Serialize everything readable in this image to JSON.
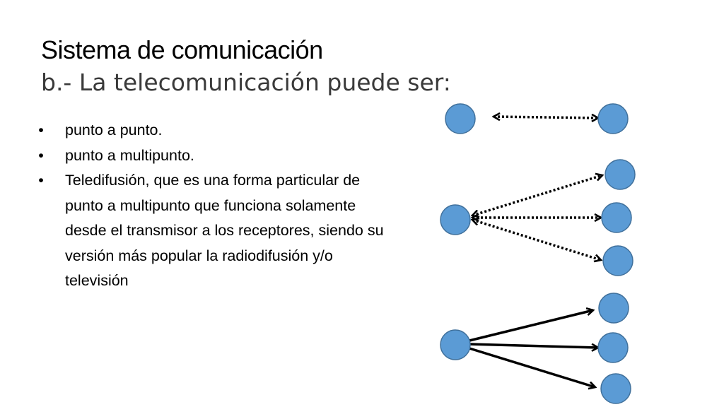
{
  "slide": {
    "title": "Sistema de comunicación",
    "subtitle": "b.- La telecomunicación puede ser:"
  },
  "bullets": {
    "marker": "•",
    "items": [
      "punto a punto.",
      "punto a multipunto.",
      "Teledifusión, que es una forma particular de punto a multipunto que funciona solamente desde el transmisor a los receptores, siendo su versión más popular la radiodifusión y/o televisión"
    ]
  },
  "colors": {
    "node_fill": "#5b9bd5",
    "node_stroke": "#41719c",
    "arrow": "#000000",
    "text": "#000000",
    "subtitle_text": "#3a3a3a"
  }
}
